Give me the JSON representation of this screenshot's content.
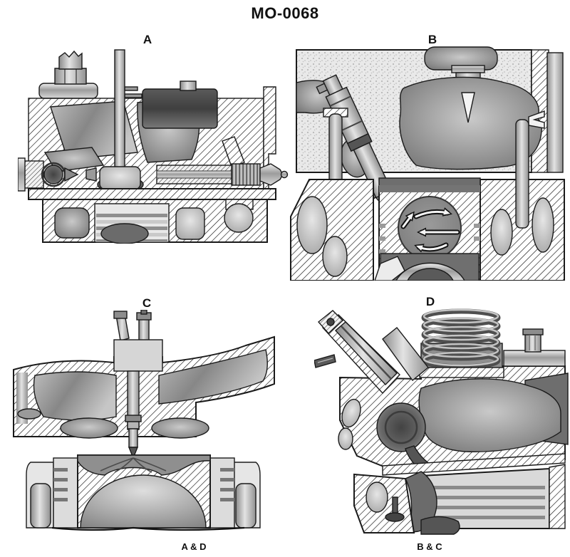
{
  "title": "MO-0068",
  "figures": [
    {
      "label": "A"
    },
    {
      "label": "B"
    },
    {
      "label": "C"
    },
    {
      "label": "D"
    }
  ],
  "captions": {
    "ad": "A & D",
    "bc": "B & C"
  },
  "colors": {
    "background": "#ffffff",
    "ink": "#111111",
    "hatch": "#151515",
    "metal_light": "#e6e6e6",
    "metal_mid": "#9c9c9c",
    "metal_dark": "#5a5a5a",
    "cavity_dark": "#6e6e6e"
  }
}
